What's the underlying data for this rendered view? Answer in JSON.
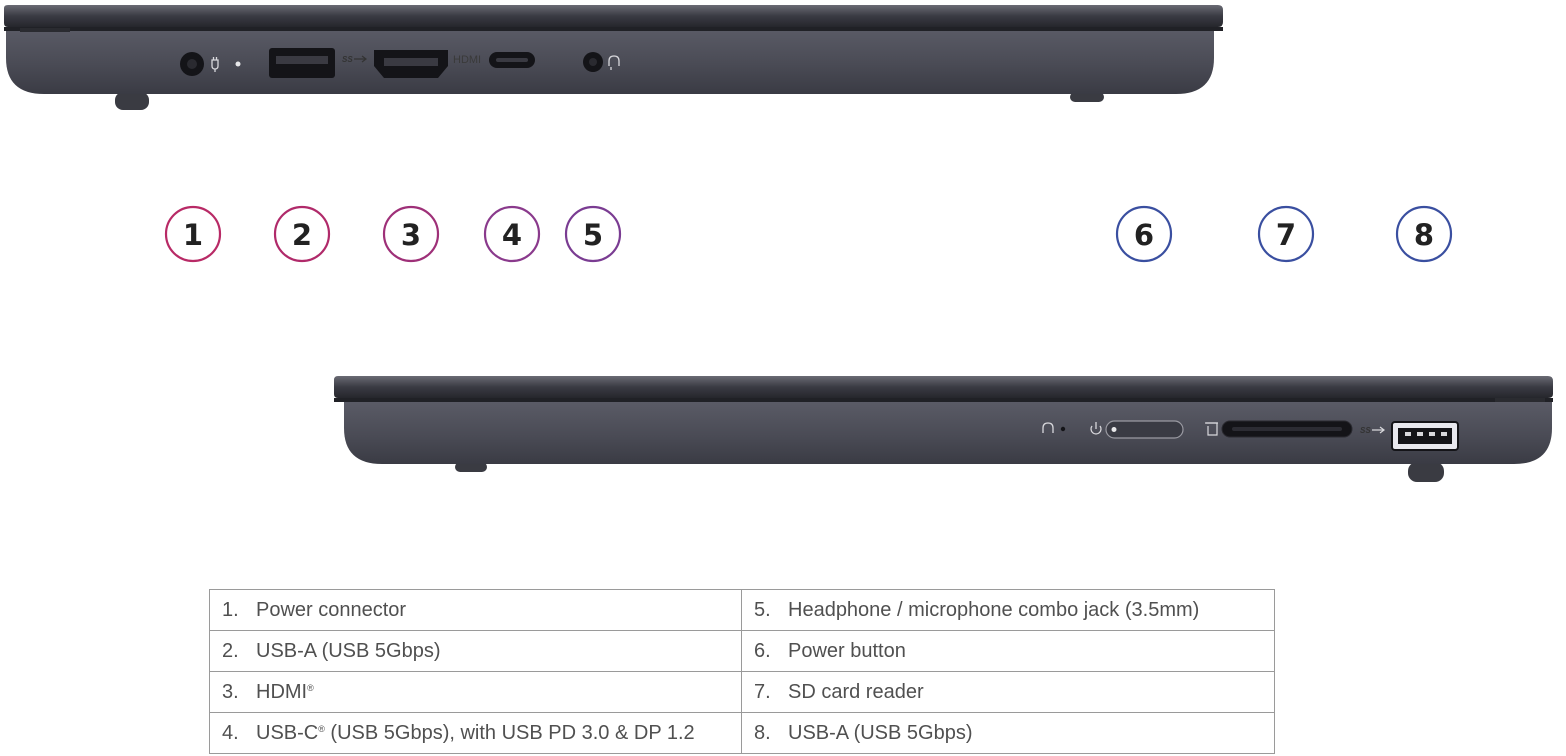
{
  "ports": [
    {
      "number": "1",
      "label": "Power connector",
      "number_text": "1."
    },
    {
      "number": "2",
      "label": "USB-A (USB 5Gbps)",
      "number_text": "2."
    },
    {
      "number": "3",
      "label": "HDMI",
      "sup": "®",
      "number_text": "3."
    },
    {
      "number": "4",
      "label": "USB-C",
      "sup": "®",
      "label_rest": " (USB 5Gbps), with USB PD 3.0 & DP 1.2",
      "number_text": "4."
    },
    {
      "number": "5",
      "label": "Headphone / microphone combo jack (3.5mm)",
      "number_text": "5."
    },
    {
      "number": "6",
      "label": "Power button",
      "number_text": "6."
    },
    {
      "number": "7",
      "label": "SD card reader",
      "number_text": "7."
    },
    {
      "number": "8",
      "label": "USB-A (USB 5Gbps)",
      "number_text": "8."
    }
  ],
  "port_markings": {
    "hdmi": "HDMI",
    "superspeed": "SS"
  },
  "colors": {
    "callout_left": "#b0266a",
    "callout_mid": "#8a3a8c",
    "callout_right": "#3a4fa0",
    "chassis": "#4a4b55",
    "lid": "#35363e",
    "table_border": "#9a9a9a",
    "text": "#505050"
  },
  "icons": [
    "power-plug-icon",
    "superspeed-usb-icon",
    "headset-icon",
    "power-icon",
    "sd-card-icon"
  ]
}
